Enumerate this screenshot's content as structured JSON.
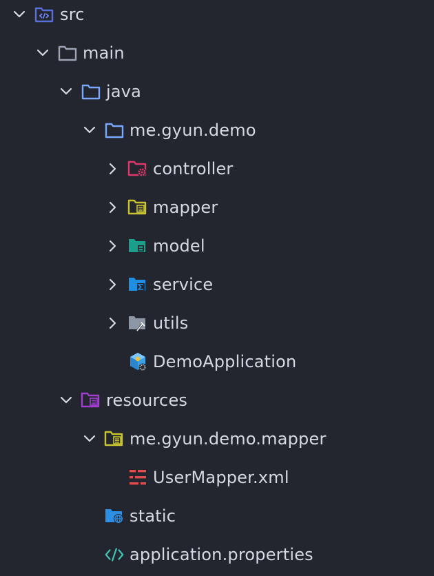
{
  "tree": {
    "items": [
      {
        "label": "src",
        "expanded": true,
        "icon": "source-folder-icon"
      },
      {
        "label": "main",
        "expanded": true,
        "icon": "folder-icon"
      },
      {
        "label": "java",
        "expanded": true,
        "icon": "folder-icon"
      },
      {
        "label": "me.gyun.demo",
        "expanded": true,
        "icon": "package-folder-icon"
      },
      {
        "label": "controller",
        "expanded": false,
        "icon": "controller-folder-icon"
      },
      {
        "label": "mapper",
        "expanded": false,
        "icon": "mapper-folder-icon"
      },
      {
        "label": "model",
        "expanded": false,
        "icon": "model-folder-icon"
      },
      {
        "label": "service",
        "expanded": false,
        "icon": "service-folder-icon"
      },
      {
        "label": "utils",
        "expanded": false,
        "icon": "utils-folder-icon"
      },
      {
        "label": "DemoApplication",
        "icon": "spring-application-icon"
      },
      {
        "label": "resources",
        "expanded": true,
        "icon": "resources-folder-icon"
      },
      {
        "label": "me.gyun.demo.mapper",
        "expanded": true,
        "icon": "mapper-folder-icon"
      },
      {
        "label": "UserMapper.xml",
        "icon": "mybatis-xml-icon"
      },
      {
        "label": "static",
        "icon": "web-folder-icon"
      },
      {
        "label": "application.properties",
        "icon": "code-icon"
      }
    ]
  },
  "colors": {
    "background": "#23262e",
    "text": "#d5d9e2",
    "chevron": "#d5d9e2",
    "src_icon": "#5a6fd8",
    "folder_outline": "#9ea4b3",
    "java_folder": "#7aa7ff",
    "controller": "#e0366b",
    "mapper": "#c9c431",
    "model": "#1a9f8a",
    "service": "#1f8fe6",
    "utils": "#8d97a5",
    "resources": "#a23fd1",
    "xml": "#e04b4b",
    "static": "#2d8fe3",
    "properties": "#3fc5b3"
  }
}
